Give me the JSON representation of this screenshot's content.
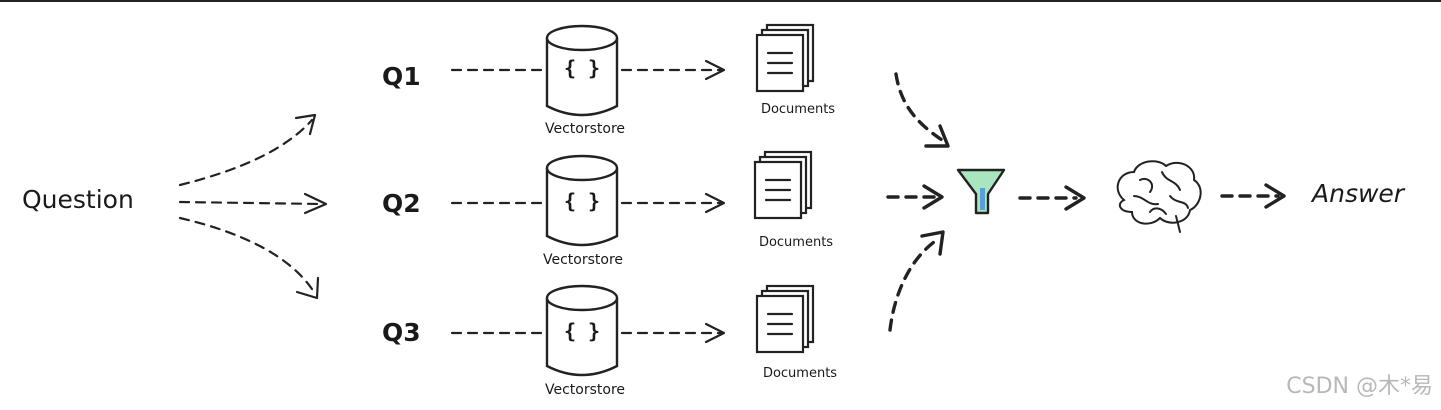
{
  "question": "Question",
  "queries": [
    {
      "label": "Q1",
      "store_label": "Vectorstore",
      "store_symbol": "{ }",
      "docs_label": "Documents"
    },
    {
      "label": "Q2",
      "store_label": "Vectorstore",
      "store_symbol": "{ }",
      "docs_label": "Documents"
    },
    {
      "label": "Q3",
      "store_label": "Vectorstore",
      "store_symbol": "{ }",
      "docs_label": "Documents"
    }
  ],
  "answer": "Answer",
  "watermark": "CSDN @木*易",
  "icons": {
    "store": "database-icon",
    "docs": "documents-icon",
    "filter": "funnel-icon",
    "model": "brain-icon"
  },
  "colors": {
    "filter_fill": "#a9e6c0",
    "filter_stem": "#5aa0d8"
  }
}
